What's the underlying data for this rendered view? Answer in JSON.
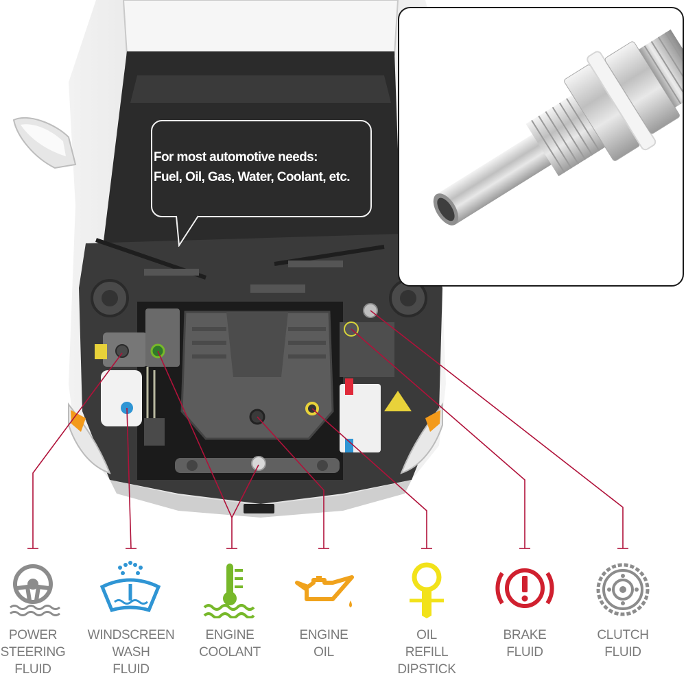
{
  "callout": {
    "line1": "For most automotive needs:",
    "line2": "Fuel, Oil, Gas, Water, Coolant, etc."
  },
  "labels": [
    {
      "lines": [
        "POWER",
        "STEERING",
        "FLUID"
      ],
      "icon": "steering-wheel-icon",
      "color": "#8c8c8c"
    },
    {
      "lines": [
        "WINDSCREEN",
        "WASH",
        "FLUID"
      ],
      "icon": "windscreen-washer-icon",
      "color": "#2f95d4"
    },
    {
      "lines": [
        "ENGINE",
        "COOLANT"
      ],
      "icon": "coolant-temperature-icon",
      "color": "#77b82a"
    },
    {
      "lines": [
        "ENGINE",
        "OIL"
      ],
      "icon": "oil-can-icon",
      "color": "#f0a21c"
    },
    {
      "lines": [
        "OIL",
        "REFILL",
        "DIPSTICK"
      ],
      "icon": "dipstick-icon",
      "color": "#f2e21a"
    },
    {
      "lines": [
        "BRAKE",
        "FLUID"
      ],
      "icon": "brake-warning-icon",
      "color": "#d0202f"
    },
    {
      "lines": [
        "CLUTCH",
        "FLUID"
      ],
      "icon": "clutch-plate-icon",
      "color": "#8c8c8c"
    }
  ],
  "colors": {
    "leader": "#b0123a",
    "bay": "#3a3a3a",
    "body": "#e4e4e4",
    "label_text": "#7a7a7a"
  }
}
